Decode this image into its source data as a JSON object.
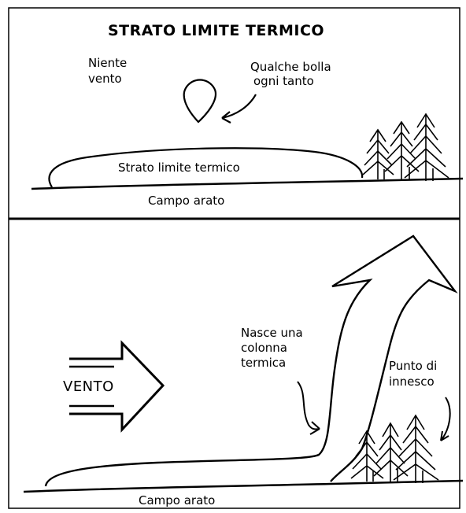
{
  "top_panel": {
    "title": "STRATO LIMITE TERMICO",
    "no_wind_line1": "Niente",
    "no_wind_line2": "vento",
    "bubble_line1": "Qualche bolla",
    "bubble_line2": "ogni tanto",
    "layer_label": "Strato limite termico",
    "ground_label": "Campo arato"
  },
  "bottom_panel": {
    "wind_label": "VENTO",
    "column_line1": "Nasce una",
    "column_line2": "colonna",
    "column_line3": "termica",
    "trigger_line1": "Punto di",
    "trigger_line2": "innesco",
    "ground_label": "Campo arato"
  },
  "colors": {
    "ink": "#000000",
    "paper": "#ffffff"
  }
}
